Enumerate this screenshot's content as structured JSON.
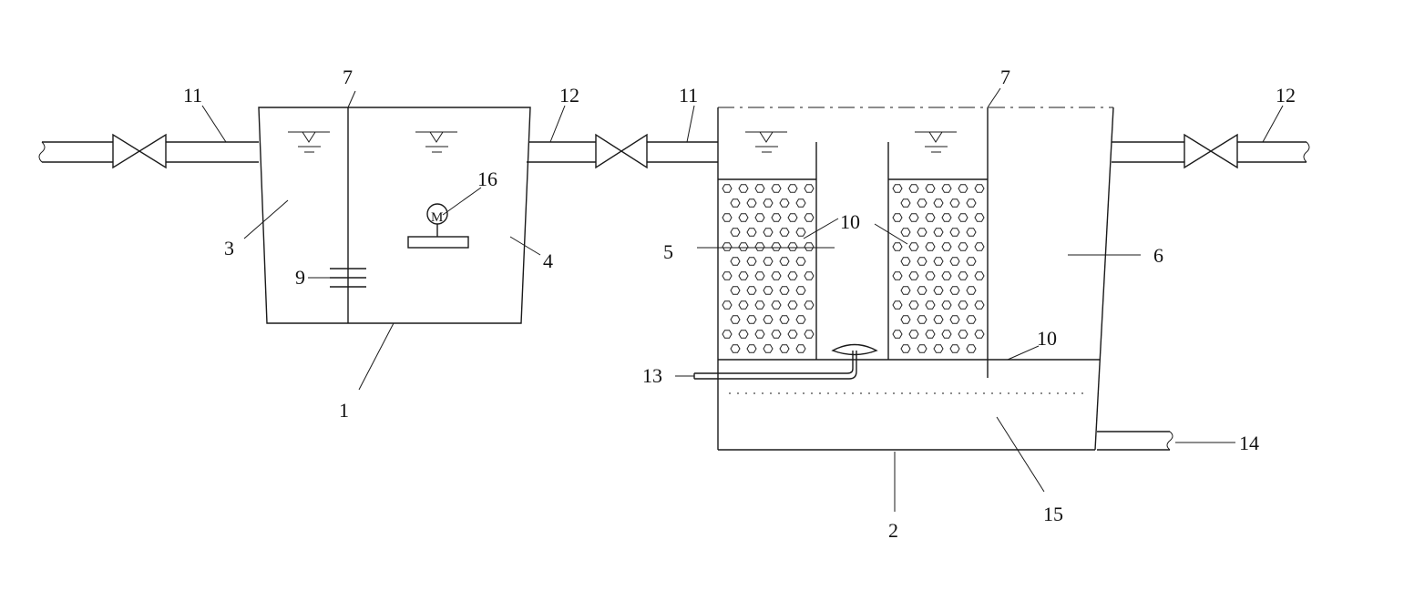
{
  "diagram": {
    "labels": {
      "tank1": "1",
      "tank2": "2",
      "chamber3": "3",
      "chamber4": "4",
      "chamber5": "5",
      "chamber6": "6",
      "partition_left": "7",
      "partition_right": "7",
      "plates": "9",
      "media_left": "10",
      "media_right": "10",
      "plate_right": "10",
      "inlet_left": "11",
      "inlet_right": "11",
      "outlet_left": "12",
      "outlet_right": "12",
      "aeration_pipe": "13",
      "drain_pipe": "14",
      "sludge_zone": "15",
      "motor": "16",
      "motor_symbol": "M"
    }
  }
}
